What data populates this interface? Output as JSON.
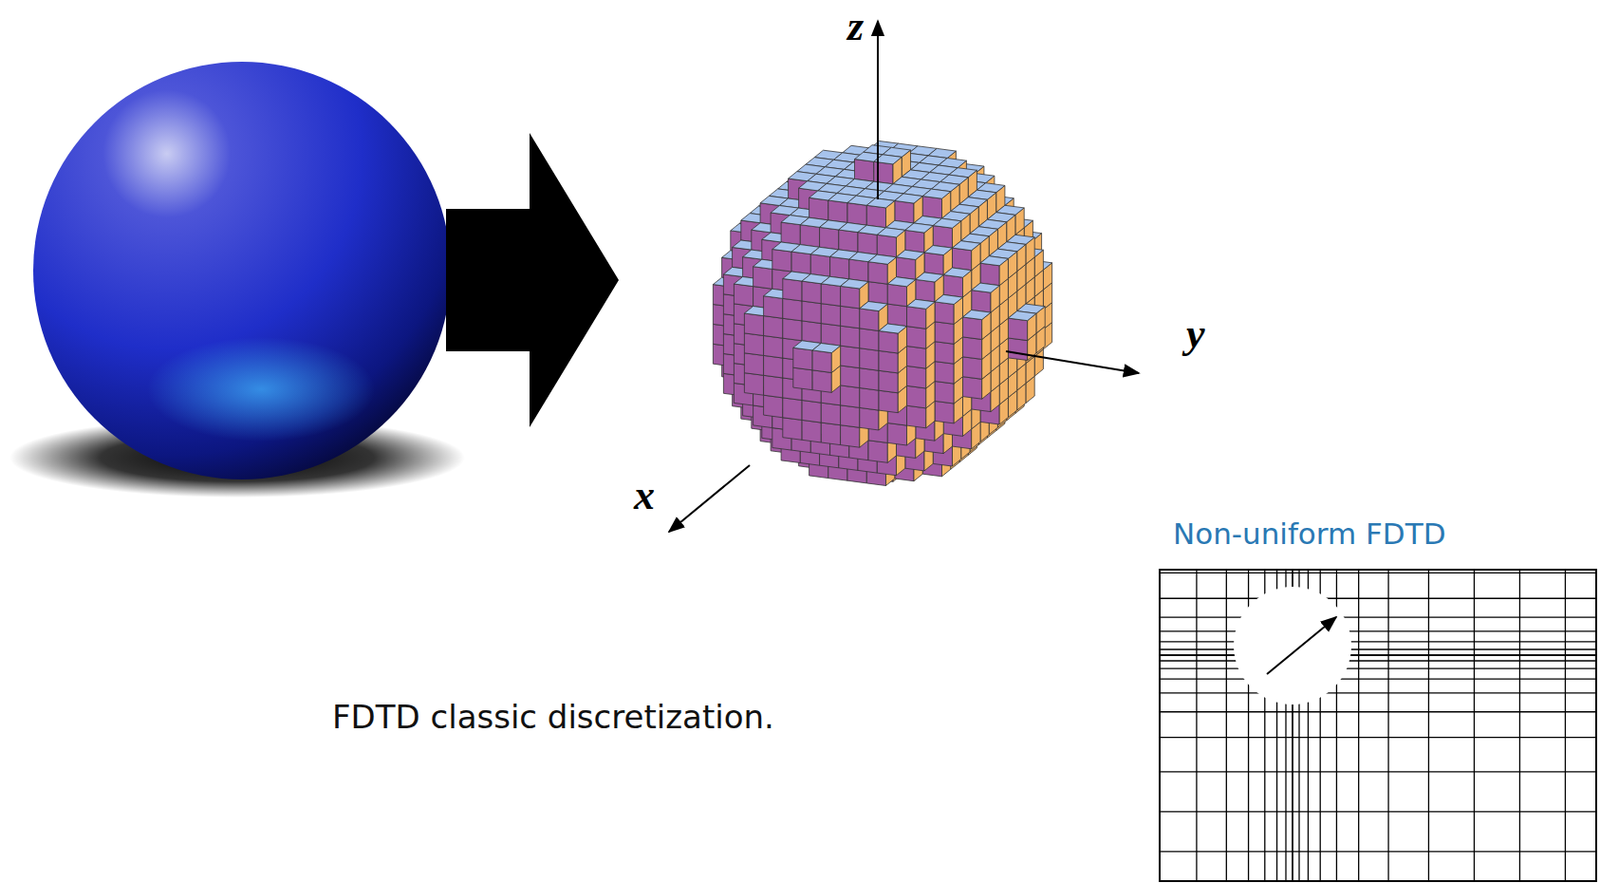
{
  "diagram": {
    "caption": "FDTD classic discretization.",
    "labels": [
      "z",
      "y",
      "x",
      "Non-uniform FDTD"
    ]
  }
}
